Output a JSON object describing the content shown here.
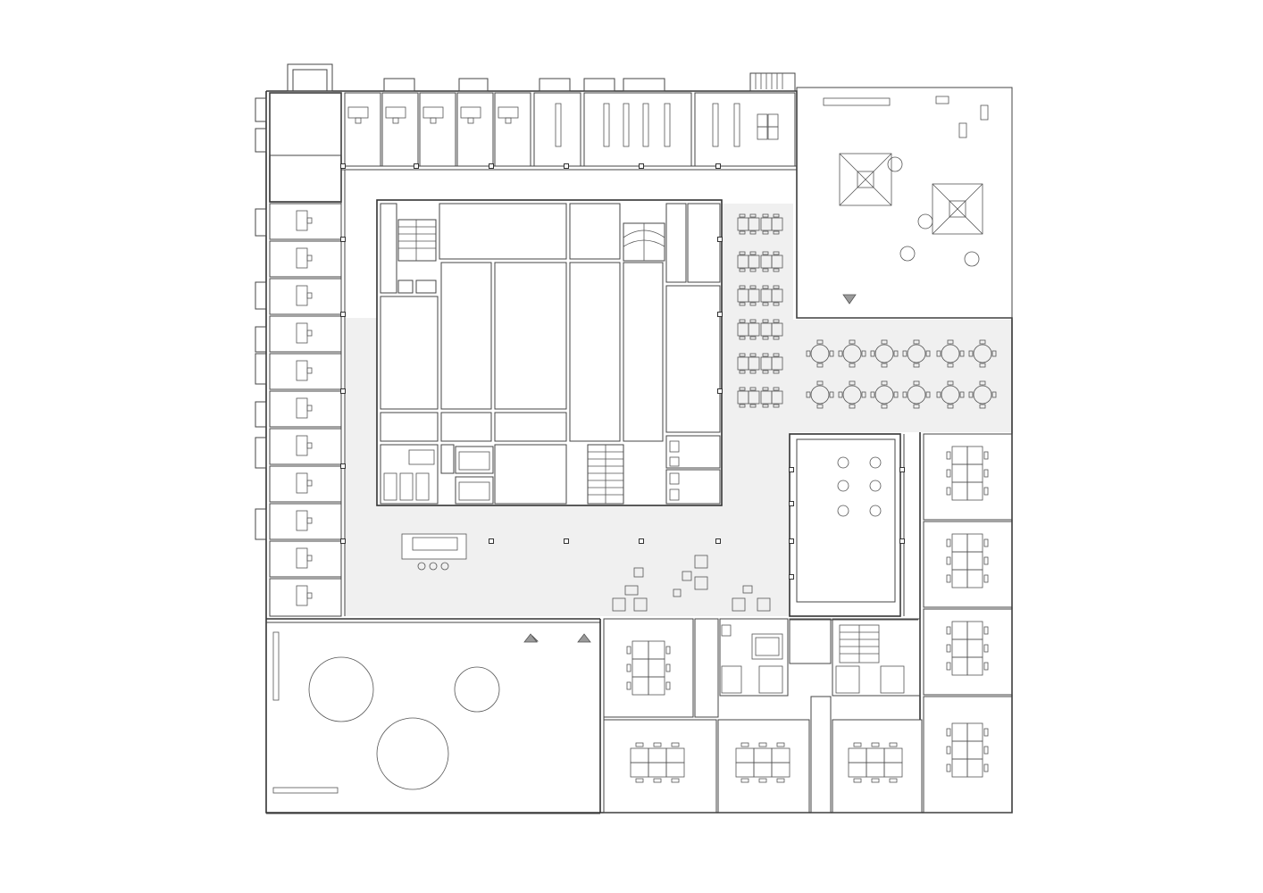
{
  "drawing": {
    "type": "architectural-floor-plan",
    "labels": [],
    "colors": {
      "line": "#333333",
      "circulation_fill": "#f0f0f0",
      "marker_fill": "#9a9a9a",
      "background": "#ffffff"
    },
    "symbols": [
      "desk-workstation",
      "worktable-cluster",
      "round-cafe-table",
      "patio-umbrella",
      "staircase",
      "entrance-marker",
      "structural-column"
    ]
  }
}
